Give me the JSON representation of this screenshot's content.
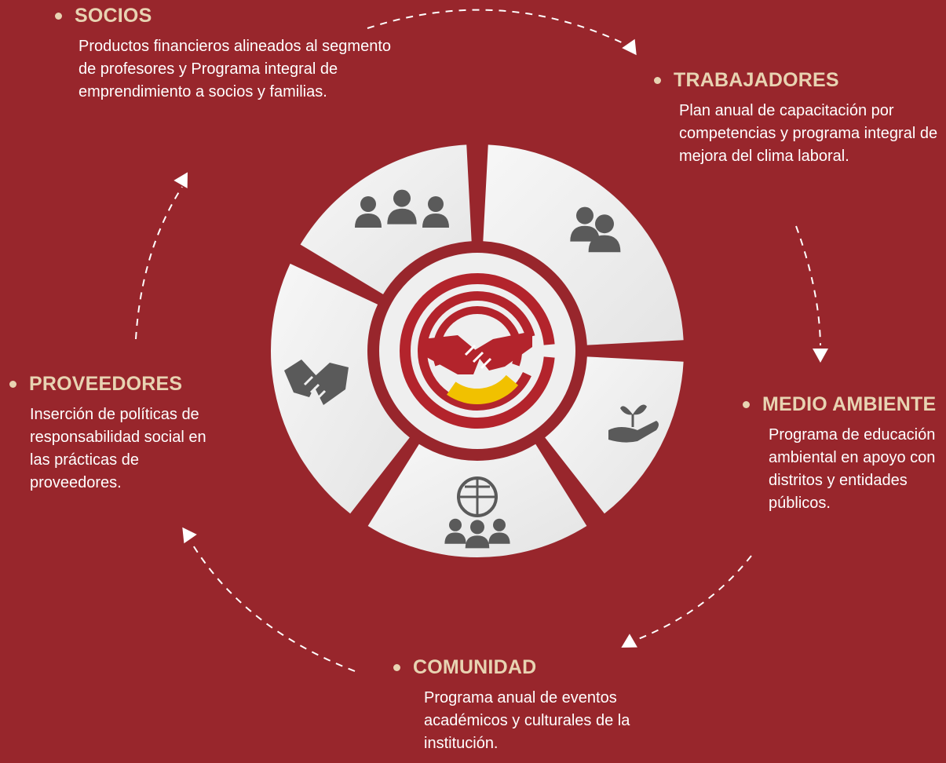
{
  "colors": {
    "background": "#98262c",
    "heading": "#e8d3b2",
    "text": "#ffffff",
    "segment": "#efefef",
    "icon": "#5a5a5a",
    "logo_red": "#b3242c",
    "logo_yellow": "#f1c100"
  },
  "stakeholders": [
    {
      "title": "SOCIOS",
      "description": "Productos financieros alineados al segmento de profesores y Programa integral de emprendimiento a socios y familias.",
      "icon": "people-group-icon"
    },
    {
      "title": "TRABAJADORES",
      "description": "Plan anual de capacitación por competencias y programa integral de mejora del clima laboral.",
      "icon": "two-users-icon"
    },
    {
      "title": "MEDIO AMBIENTE",
      "description": "Programa de educación ambiental en apoyo con distritos y entidades públicos.",
      "icon": "plant-in-hand-icon"
    },
    {
      "title": "COMUNIDAD",
      "description": "Programa anual de eventos académicos y culturales de la institución.",
      "icon": "globe-community-icon"
    },
    {
      "title": "PROVEEDORES",
      "description": "Inserción de políticas de responsabilidad social en las prácticas de proveedores.",
      "icon": "handshake-icon"
    }
  ],
  "center_logo": "handshake-logo-icon"
}
